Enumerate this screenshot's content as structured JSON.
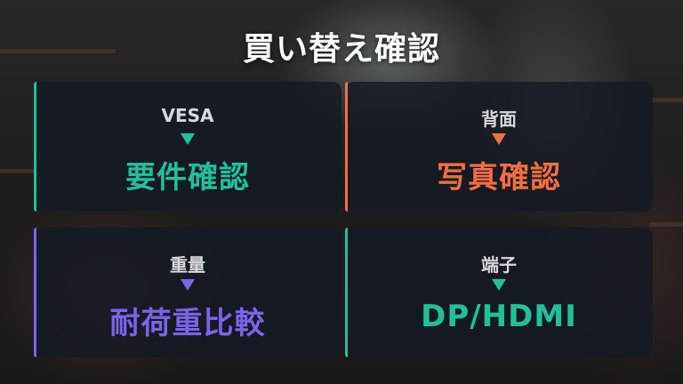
{
  "title": "買い替え確認",
  "colors": {
    "green": "#1fc199",
    "orange": "#f26f3f",
    "purple": "#7d62ea"
  },
  "cards": [
    {
      "label": "VESA",
      "value": "要件確認",
      "color": "#1fc199"
    },
    {
      "label": "背面",
      "value": "写真確認",
      "color": "#f26f3f"
    },
    {
      "label": "重量",
      "value": "耐荷重比較",
      "color": "#7d62ea"
    },
    {
      "label": "端子",
      "value": "DP/HDMI",
      "color": "#1fc199"
    }
  ]
}
